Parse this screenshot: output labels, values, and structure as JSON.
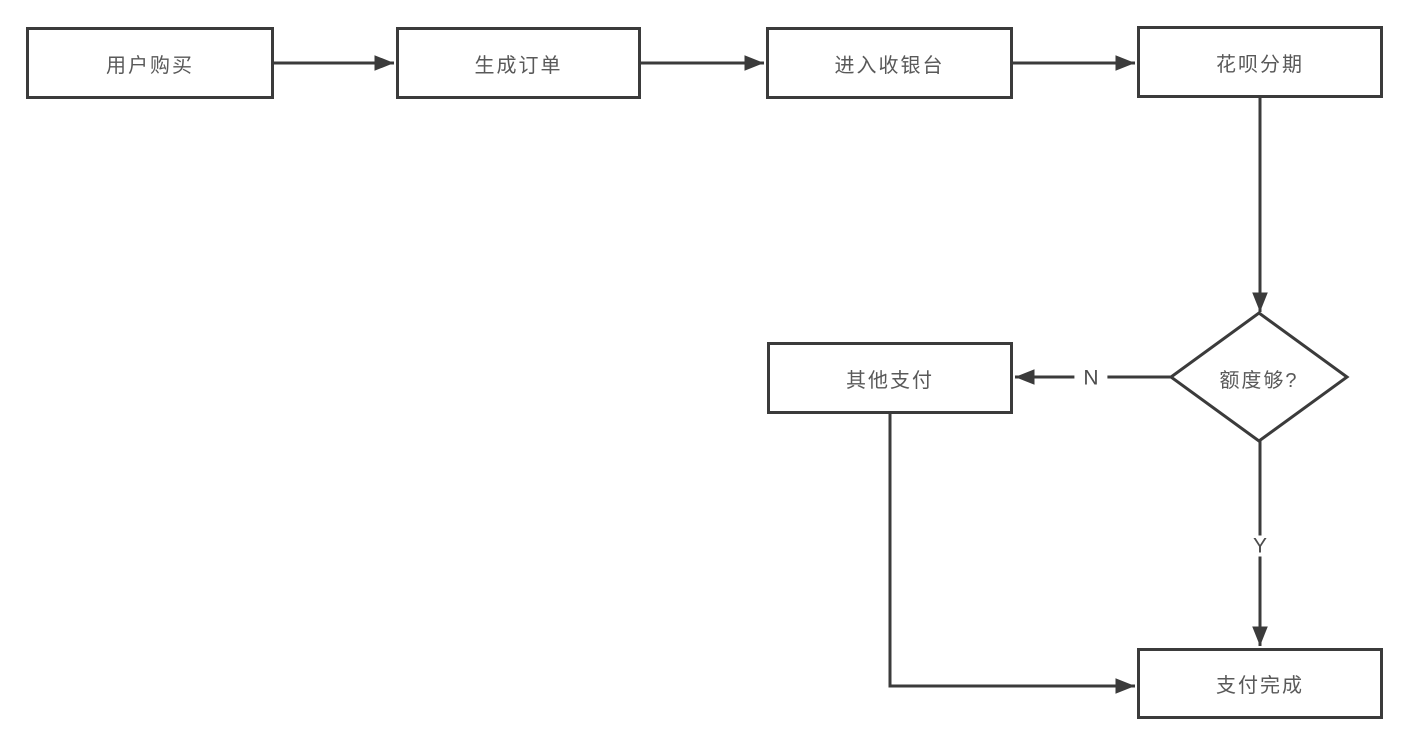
{
  "flowchart": {
    "nodes": {
      "user_purchase": "用户购买",
      "generate_order": "生成订单",
      "enter_cashier": "进入收银台",
      "huabei_installment": "花呗分期",
      "quota_enough": "额度够?",
      "other_payment": "其他支付",
      "payment_complete": "支付完成"
    },
    "edge_labels": {
      "no": "N",
      "yes": "Y"
    },
    "edges": [
      {
        "from": "用户购买",
        "to": "生成订单",
        "label": ""
      },
      {
        "from": "生成订单",
        "to": "进入收银台",
        "label": ""
      },
      {
        "from": "进入收银台",
        "to": "花呗分期",
        "label": ""
      },
      {
        "from": "花呗分期",
        "to": "额度够?",
        "label": ""
      },
      {
        "from": "额度够?",
        "to": "其他支付",
        "label": "N"
      },
      {
        "from": "额度够?",
        "to": "支付完成",
        "label": "Y"
      },
      {
        "from": "其他支付",
        "to": "支付完成",
        "label": ""
      }
    ],
    "colors": {
      "stroke": "#3b3b3b",
      "node_text": "#595959",
      "background": "#ffffff"
    }
  }
}
